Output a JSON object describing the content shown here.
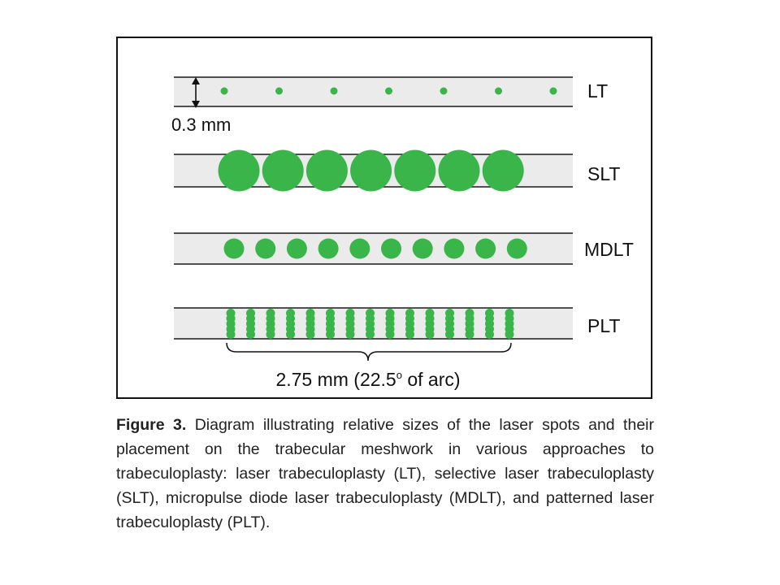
{
  "diagram": {
    "rows": [
      {
        "label": "LT",
        "spot_count": 7
      },
      {
        "label": "SLT",
        "spot_count": 7
      },
      {
        "label": "MDLT",
        "spot_count": 10
      },
      {
        "label": "PLT",
        "spot_count": 75
      }
    ],
    "height_annotation": "0.3 mm",
    "width_annotation": "2.75 mm (22.5",
    "width_annotation_sup": "o",
    "width_annotation_suffix": " of arc)",
    "colors": {
      "band_fill": "#ebebeb",
      "band_line": "#1a1a1a",
      "spot": "#3ab54a",
      "text": "#111111"
    }
  },
  "caption": {
    "label": "Figure 3.",
    "text": " Diagram illustrating relative sizes of the laser spots and their placement on the trabecular meshwork in various approaches to trabeculoplasty: laser trabeculoplasty (LT), selective laser trabeculoplasty (SLT), micropulse diode laser trabeculoplasty (MDLT), and patterned laser trabeculoplasty (PLT)."
  }
}
